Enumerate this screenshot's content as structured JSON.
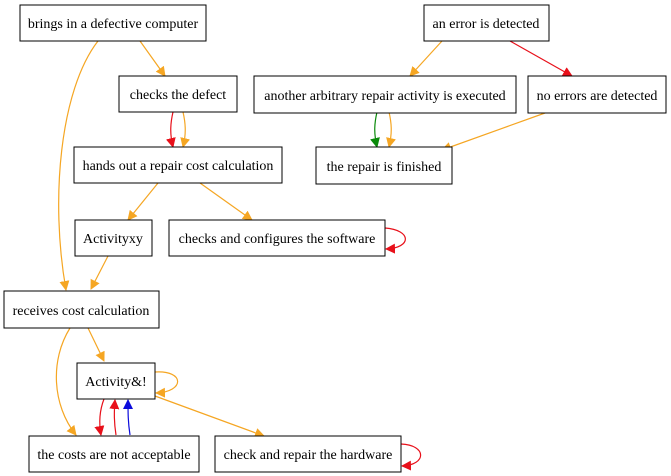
{
  "colors": {
    "orange": "#f5a623",
    "red": "#e8101a",
    "green": "#0a8a0a",
    "blue": "#0b0bdc"
  },
  "nodes": {
    "defective": "brings in a defective computer",
    "checks_defect": "checks the defect",
    "cost_calc": "hands out a repair cost calculation",
    "activityxy": "Activityxy",
    "software": "checks and configures the software",
    "receives": "receives cost calculation",
    "activity_amp": "Activity&!",
    "costs_not_ok": "the costs are not acceptable",
    "hardware": "check and repair the hardware",
    "error_detected": "an error is detected",
    "arbitrary": "another arbitrary repair activity is executed",
    "no_errors": "no errors are detected",
    "finished": "the repair is finished"
  },
  "edges": [
    {
      "from": "defective",
      "to": "checks_defect",
      "color": "orange"
    },
    {
      "from": "defective",
      "to": "receives",
      "color": "orange"
    },
    {
      "from": "checks_defect",
      "to": "cost_calc",
      "color": "red"
    },
    {
      "from": "checks_defect",
      "to": "cost_calc",
      "color": "orange"
    },
    {
      "from": "cost_calc",
      "to": "activityxy",
      "color": "orange"
    },
    {
      "from": "cost_calc",
      "to": "software",
      "color": "orange"
    },
    {
      "from": "software",
      "to": "software",
      "color": "red"
    },
    {
      "from": "activityxy",
      "to": "receives",
      "color": "orange"
    },
    {
      "from": "receives",
      "to": "activity_amp",
      "color": "orange"
    },
    {
      "from": "receives",
      "to": "costs_not_ok",
      "color": "orange"
    },
    {
      "from": "activity_amp",
      "to": "activity_amp",
      "color": "orange"
    },
    {
      "from": "activity_amp",
      "to": "costs_not_ok",
      "color": "red"
    },
    {
      "from": "costs_not_ok",
      "to": "activity_amp",
      "color": "red"
    },
    {
      "from": "costs_not_ok",
      "to": "activity_amp",
      "color": "blue"
    },
    {
      "from": "activity_amp",
      "to": "hardware",
      "color": "orange"
    },
    {
      "from": "hardware",
      "to": "hardware",
      "color": "red"
    },
    {
      "from": "error_detected",
      "to": "arbitrary",
      "color": "orange"
    },
    {
      "from": "error_detected",
      "to": "no_errors",
      "color": "red"
    },
    {
      "from": "arbitrary",
      "to": "finished",
      "color": "green"
    },
    {
      "from": "arbitrary",
      "to": "finished",
      "color": "orange"
    },
    {
      "from": "no_errors",
      "to": "finished",
      "color": "orange"
    }
  ]
}
